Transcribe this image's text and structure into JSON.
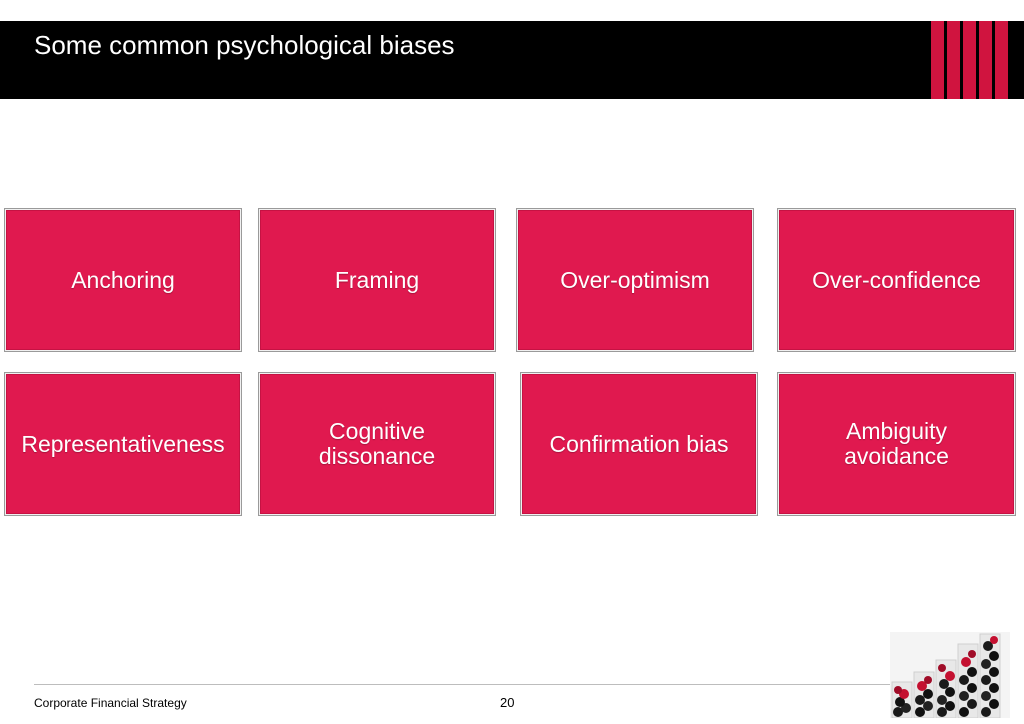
{
  "slide": {
    "title": "Some common psychological biases"
  },
  "colors": {
    "header_bg": "#000000",
    "box_fill": "#e0194f",
    "stripe_color": "#d0143f",
    "footer_line": "#bdbdbd"
  },
  "biases": {
    "row1": [
      {
        "label": "Anchoring"
      },
      {
        "label": "Framing"
      },
      {
        "label": "Over-optimism"
      },
      {
        "label": "Over-confidence"
      }
    ],
    "row2": [
      {
        "label": "Representativeness"
      },
      {
        "label": "Cognitive dissonance"
      },
      {
        "label": "Confirmation bias"
      },
      {
        "label": "Ambiguity avoidance"
      }
    ]
  },
  "footer": {
    "course": "Corporate Financial Strategy",
    "page_number": "20"
  },
  "decoration": {
    "header_logo_icon": "red-vertical-stripes-icon",
    "footer_image_icon": "stacked-berries-icon"
  }
}
